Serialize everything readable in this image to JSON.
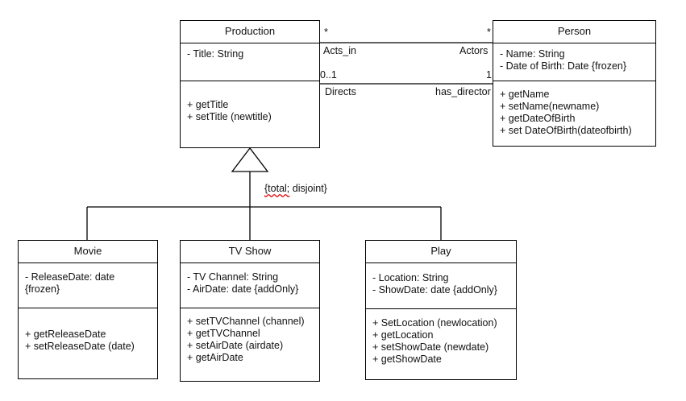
{
  "classes": {
    "production": {
      "name": "Production",
      "attributes": [
        "- Title: String"
      ],
      "operations": [
        "+ getTitle",
        "+ setTitle (newtitle)"
      ]
    },
    "person": {
      "name": "Person",
      "attributes": [
        "- Name: String",
        "- Date of Birth: Date {frozen}"
      ],
      "operations": [
        "+ getName",
        "+ setName(newname)",
        "+ getDateOfBirth",
        "+ set DateOfBirth(dateofbirth)"
      ]
    },
    "movie": {
      "name": "Movie",
      "attributes": [
        "- ReleaseDate: date",
        "{frozen}"
      ],
      "operations": [
        "+ getReleaseDate",
        "+ setReleaseDate (date)"
      ]
    },
    "tvshow": {
      "name": "TV Show",
      "attributes": [
        "- TV Channel: String",
        "- AirDate: date {addOnly}"
      ],
      "operations": [
        "+ setTVChannel (channel)",
        "+ getTVChannel",
        "+ setAirDate (airdate)",
        "+ getAirDate"
      ]
    },
    "play": {
      "name": "Play",
      "attributes": [
        "- Location: String",
        "- ShowDate: date {addOnly}"
      ],
      "operations": [
        "+ SetLocation (newlocation)",
        "+ getLocation",
        "+ setShowDate (newdate)",
        "+ getShowDate"
      ]
    }
  },
  "associations": {
    "acts_in": {
      "role_left": "Acts_in",
      "role_right": "Actors",
      "mult_left": "*",
      "mult_right": "*"
    },
    "directs": {
      "role_left": "Directs",
      "role_right": "has_director",
      "mult_left": "0..1",
      "mult_right": "1"
    }
  },
  "generalization": {
    "constraint_word1": "{total;",
    "constraint_word2": " disjoint}"
  }
}
